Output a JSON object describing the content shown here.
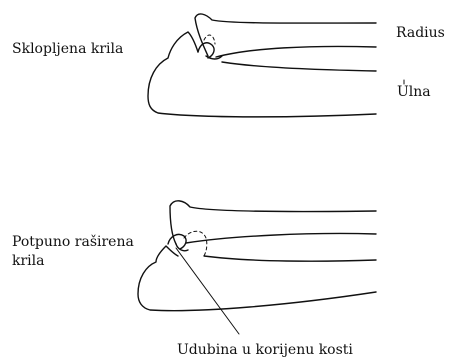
{
  "labels": {
    "folded_wings": "Sklopljena krila",
    "radius": "Radius",
    "ulna": "Ulna",
    "fully_spread_wings": "Potpuno raširena krila",
    "groove": "Udubina u korijenu kosti"
  },
  "colors": {
    "ink": "#111111",
    "background": "#ffffff"
  }
}
